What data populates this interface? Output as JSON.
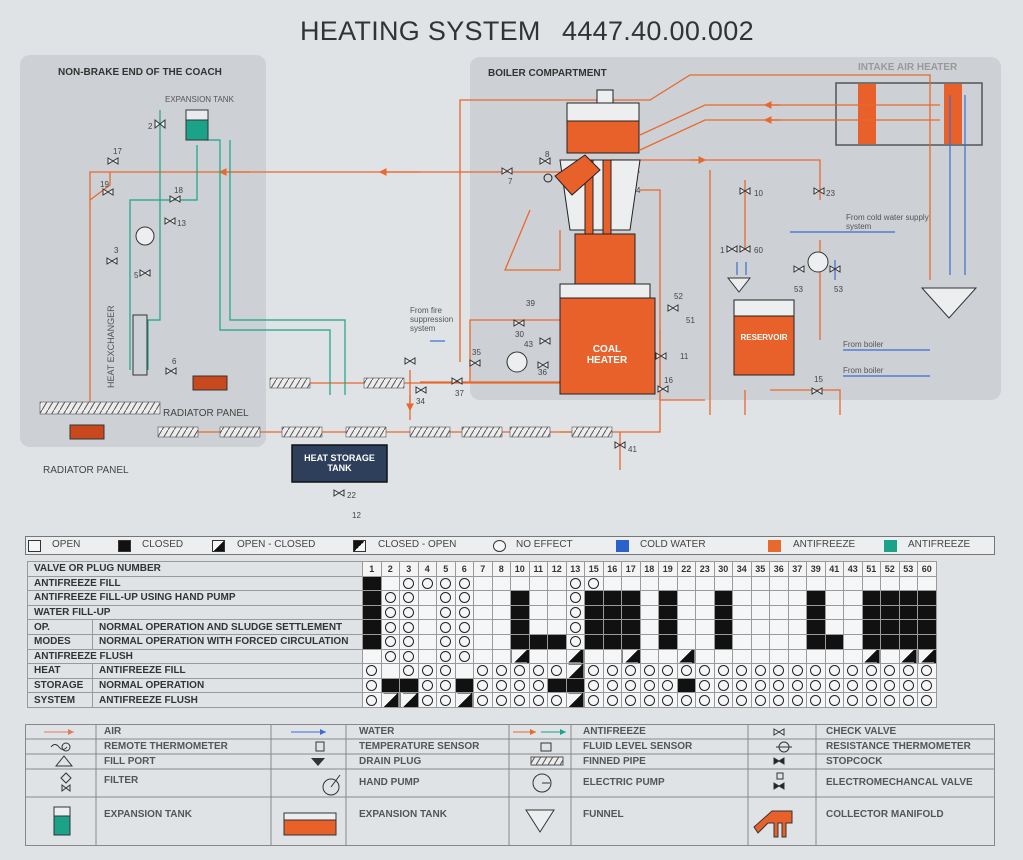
{
  "title": "HEATING SYSTEM",
  "code": "4447.40.00.002",
  "sections": {
    "non_brake_end": "NON-BRAKE END OF THE COACH",
    "boiler_compartment": "BOILER COMPARTMENT",
    "intake_air_heater": "INTAKE AIR HEATER"
  },
  "diagram_labels": {
    "expansion_tank": "EXPANSION TANK",
    "heat_exchanger": "HEAT EXCHANGER",
    "radiator_panel_inner": "RADIATOR PANEL",
    "radiator_panel_outer": "RADIATOR PANEL",
    "heat_storage_tank": "HEAT STORAGE TANK",
    "coal_heater": "COAL HEATER",
    "reservoir": "RESERVOIR",
    "from_fire_suppression": "From fire suppression system",
    "from_cold_water": "From cold water supply system",
    "from_boiler_1": "From boiler",
    "from_boiler_2": "From boiler"
  },
  "valve_numbers": [
    "2",
    "17",
    "19",
    "18",
    "13",
    "3",
    "5",
    "6",
    "7",
    "8",
    "4",
    "10",
    "23",
    "1",
    "60",
    "53",
    "53",
    "39",
    "30",
    "43",
    "36",
    "35",
    "34",
    "37",
    "52",
    "51",
    "11",
    "16",
    "15",
    "41",
    "22",
    "12"
  ],
  "state_key": [
    {
      "label": "OPEN",
      "state": "open"
    },
    {
      "label": "CLOSED",
      "state": "closed"
    },
    {
      "label": "OPEN - CLOSED",
      "state": "oc"
    },
    {
      "label": "CLOSED - OPEN",
      "state": "co"
    },
    {
      "label": "NO EFFECT",
      "state": "ne"
    },
    {
      "label": "COLD WATER",
      "color": "#2a62c9"
    },
    {
      "label": "ANTIFREEZE",
      "color": "#e8692c"
    },
    {
      "label": "ANTIFREEZE",
      "color": "#1aa388"
    }
  ],
  "valve_table": {
    "header_label": "VALVE OR PLUG NUMBER",
    "columns": [
      "1",
      "2",
      "3",
      "4",
      "5",
      "6",
      "7",
      "8",
      "10",
      "11",
      "12",
      "13",
      "15",
      "16",
      "17",
      "18",
      "19",
      "22",
      "23",
      "30",
      "34",
      "35",
      "36",
      "37",
      "39",
      "41",
      "43",
      "51",
      "52",
      "53",
      "60"
    ],
    "rows": [
      {
        "group": "",
        "label": "ANTIFREEZE FILL",
        "cells": "CONNNNOOOOONNOOOOOOOOOOOOOOOOOO"
      },
      {
        "group": "",
        "label": "ANTIFREEZE FILL-UP USING HAND PUMP",
        "cells": "CNNONNOOCOONCCCOCOOCOOOOCOOCCCC"
      },
      {
        "group": "",
        "label": "WATER FILL-UP",
        "cells": "CNNONNOOCOONCCCOCOOCOOOOCOOCCCC"
      },
      {
        "group": "OP.",
        "label": "NORMAL OPERATION AND SLUDGE SETTLEMENT",
        "cells": "CNNONNOOCOONCCCOCOOCOOOOCOOCCCC"
      },
      {
        "group": "MODES",
        "label": "NORMAL OPERATION WITH FORCED CIRCULATION",
        "cells": "CNNONNOOCCCNCCCOCOOCOOOOCCOCCCC"
      },
      {
        "group": "",
        "label": "ANTIFREEZE FLUSH",
        "cells": "ONNONNOODOODOODOODOOOOOOOOODODD"
      },
      {
        "group": "HEAT",
        "label": "ANTIFREEZE FILL",
        "cells": "NONNNONNNNNDNNNNNNNNNNNNNNNNNNN"
      },
      {
        "group": "STORAGE",
        "label": "NORMAL OPERATION",
        "cells": "NCCNNCNNNNCCNNNNNCNNNNNNNNNNNNN"
      },
      {
        "group": "SYSTEM",
        "label": "ANTIFREEZE FLUSH",
        "cells": "NDDNNDNNNNNDNNNNNNNNNNNNNNNNNNN"
      }
    ]
  },
  "legend": [
    {
      "symbol": "air-arrow-icon",
      "label": "AIR"
    },
    {
      "symbol": "water-arrow-icon",
      "label": "WATER"
    },
    {
      "symbol": "antifreeze-arrow-icon",
      "label": "ANTIFREEZE"
    },
    {
      "symbol": "check-valve-icon",
      "label": "CHECK VALVE"
    },
    {
      "symbol": "remote-thermometer-icon",
      "label": "REMOTE THERMOMETER"
    },
    {
      "symbol": "temperature-sensor-icon",
      "label": "TEMPERATURE SENSOR"
    },
    {
      "symbol": "fluid-level-sensor-icon",
      "label": "FLUID LEVEL SENSOR"
    },
    {
      "symbol": "resistance-thermometer-icon",
      "label": "RESISTANCE THERMOMETER"
    },
    {
      "symbol": "fill-port-icon",
      "label": "FILL PORT"
    },
    {
      "symbol": "drain-plug-icon",
      "label": "DRAIN PLUG"
    },
    {
      "symbol": "finned-pipe-icon",
      "label": "FINNED PIPE"
    },
    {
      "symbol": "stopcock-icon",
      "label": "STOPCOCK"
    },
    {
      "symbol": "filter-icon",
      "label": "FILTER"
    },
    {
      "symbol": "hand-pump-icon",
      "label": "HAND PUMP"
    },
    {
      "symbol": "electric-pump-icon",
      "label": "ELECTRIC PUMP"
    },
    {
      "symbol": "electromechanical-valve-icon",
      "label": "ELECTROMECHANCAL VALVE"
    },
    {
      "symbol": "expansion-tank-green-icon",
      "label": "EXPANSION TANK"
    },
    {
      "symbol": "expansion-tank-orange-icon",
      "label": "EXPANSION TANK"
    },
    {
      "symbol": "funnel-icon",
      "label": "FUNNEL"
    },
    {
      "symbol": "collector-manifold-icon",
      "label": "COLLECTOR MANIFOLD"
    }
  ],
  "colors": {
    "air": "#e07d5e",
    "water": "#3b6cd1",
    "antifreeze": "#e8692c",
    "antifreeze_green": "#1aa388",
    "orange_fill": "#e8612a",
    "panel": "#cfd3d6",
    "tank_blue": "#2e3f5c"
  }
}
